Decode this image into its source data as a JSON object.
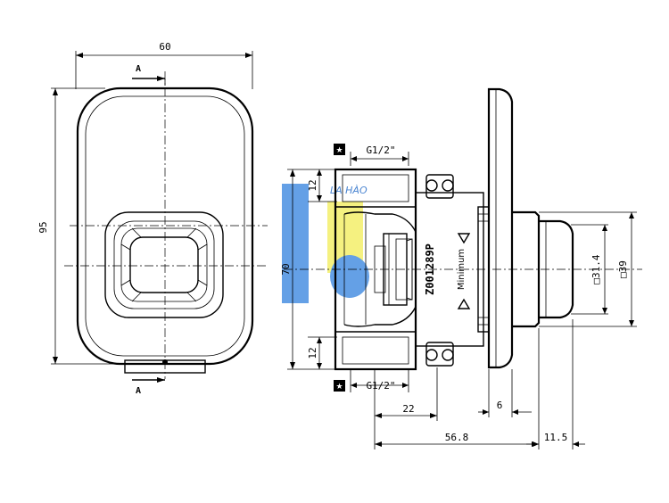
{
  "front_view": {
    "width_dim": "60",
    "height_dim": "95",
    "section_top": "A",
    "section_bottom": "A"
  },
  "side_view": {
    "thread_top": "G1/2\"",
    "thread_bottom": "G1/2\"",
    "dim_12_top": "12",
    "dim_70": "70",
    "dim_12_bottom": "12",
    "dim_22": "22",
    "dim_6": "6",
    "dim_56_8": "56.8",
    "dim_11_5": "11.5",
    "dim_31_4": "31.4",
    "dim_39": "39",
    "square_symbol": "□",
    "part_number": "Z001289P",
    "minimum_label": "Minimum",
    "star_symbol": "★"
  },
  "watermark": {
    "text": "LA HÀO",
    "colors": {
      "blue": "#4a90e2",
      "yellow": "#f4ef6a"
    }
  }
}
